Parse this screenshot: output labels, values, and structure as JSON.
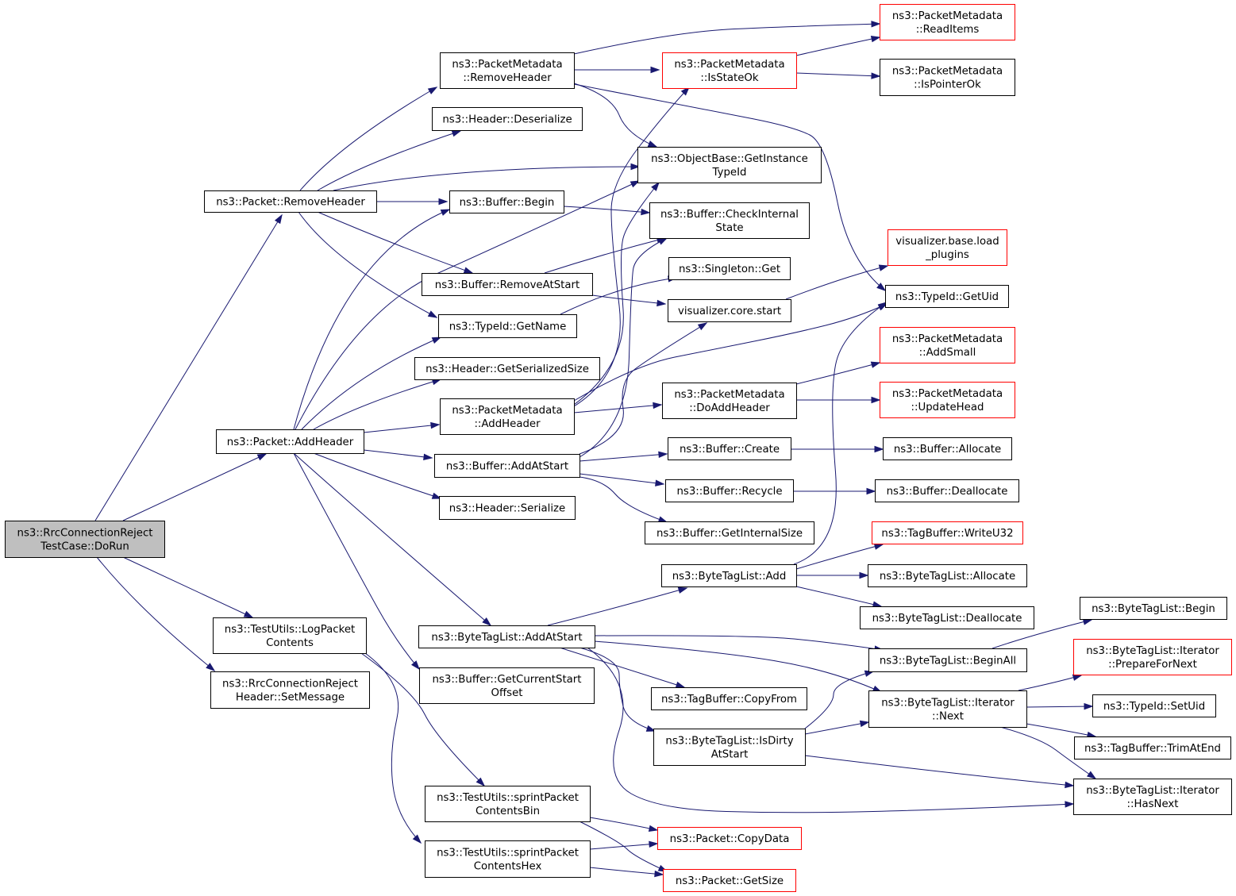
{
  "colors": {
    "edge": "#191970",
    "root_fill": "#bfbfbf",
    "normal_border": "#000000",
    "truncated_border": "#ff0000"
  },
  "nodes": [
    {
      "id": "root",
      "lines": [
        "ns3::RrcConnectionReject",
        "TestCase::DoRun"
      ],
      "style": "root"
    },
    {
      "id": "pkt_removeheader",
      "lines": [
        "ns3::Packet::RemoveHeader"
      ],
      "style": "normal"
    },
    {
      "id": "pkt_addheader",
      "lines": [
        "ns3::Packet::AddHeader"
      ],
      "style": "normal"
    },
    {
      "id": "tu_logpacket",
      "lines": [
        "ns3::TestUtils::LogPacket",
        "Contents"
      ],
      "style": "normal"
    },
    {
      "id": "rrc_setmessage",
      "lines": [
        "ns3::RrcConnectionReject",
        "Header::SetMessage"
      ],
      "style": "normal"
    },
    {
      "id": "pm_removeheader",
      "lines": [
        "ns3::PacketMetadata",
        "::RemoveHeader"
      ],
      "style": "normal"
    },
    {
      "id": "hdr_deserialize",
      "lines": [
        "ns3::Header::Deserialize"
      ],
      "style": "normal"
    },
    {
      "id": "buf_begin",
      "lines": [
        "ns3::Buffer::Begin"
      ],
      "style": "normal"
    },
    {
      "id": "buf_removeatstart",
      "lines": [
        "ns3::Buffer::RemoveAtStart"
      ],
      "style": "normal"
    },
    {
      "id": "tid_getname",
      "lines": [
        "ns3::TypeId::GetName"
      ],
      "style": "normal"
    },
    {
      "id": "hdr_getserializedsize",
      "lines": [
        "ns3::Header::GetSerializedSize"
      ],
      "style": "normal"
    },
    {
      "id": "pm_addheader",
      "lines": [
        "ns3::PacketMetadata",
        "::AddHeader"
      ],
      "style": "normal"
    },
    {
      "id": "buf_addatstart",
      "lines": [
        "ns3::Buffer::AddAtStart"
      ],
      "style": "normal"
    },
    {
      "id": "hdr_serialize",
      "lines": [
        "ns3::Header::Serialize"
      ],
      "style": "normal"
    },
    {
      "id": "btl_addatstart",
      "lines": [
        "ns3::ByteTagList::AddAtStart"
      ],
      "style": "normal"
    },
    {
      "id": "buf_getcurrentstartoffset",
      "lines": [
        "ns3::Buffer::GetCurrentStart",
        "Offset"
      ],
      "style": "normal"
    },
    {
      "id": "tu_sprintbin",
      "lines": [
        "ns3::TestUtils::sprintPacket",
        "ContentsBin"
      ],
      "style": "normal"
    },
    {
      "id": "tu_sprinthex",
      "lines": [
        "ns3::TestUtils::sprintPacket",
        "ContentsHex"
      ],
      "style": "normal"
    },
    {
      "id": "pm_isstateok",
      "lines": [
        "ns3::PacketMetadata",
        "::IsStateOk"
      ],
      "style": "truncated"
    },
    {
      "id": "ob_getinstancetypeid",
      "lines": [
        "ns3::ObjectBase::GetInstance",
        "TypeId"
      ],
      "style": "normal"
    },
    {
      "id": "buf_checkinternalstate",
      "lines": [
        "ns3::Buffer::CheckInternal",
        "State"
      ],
      "style": "normal"
    },
    {
      "id": "singleton_get",
      "lines": [
        "ns3::Singleton::Get"
      ],
      "style": "normal"
    },
    {
      "id": "vis_core_start",
      "lines": [
        "visualizer.core.start"
      ],
      "style": "normal"
    },
    {
      "id": "pm_doaddheader",
      "lines": [
        "ns3::PacketMetadata",
        "::DoAddHeader"
      ],
      "style": "normal"
    },
    {
      "id": "buf_create",
      "lines": [
        "ns3::Buffer::Create"
      ],
      "style": "normal"
    },
    {
      "id": "buf_recycle",
      "lines": [
        "ns3::Buffer::Recycle"
      ],
      "style": "normal"
    },
    {
      "id": "buf_getinternalsize",
      "lines": [
        "ns3::Buffer::GetInternalSize"
      ],
      "style": "normal"
    },
    {
      "id": "btl_add",
      "lines": [
        "ns3::ByteTagList::Add"
      ],
      "style": "normal"
    },
    {
      "id": "tb_copyfrom",
      "lines": [
        "ns3::TagBuffer::CopyFrom"
      ],
      "style": "normal"
    },
    {
      "id": "btl_isdirtyatstart",
      "lines": [
        "ns3::ByteTagList::IsDirty",
        "AtStart"
      ],
      "style": "normal"
    },
    {
      "id": "pkt_copydata",
      "lines": [
        "ns3::Packet::CopyData"
      ],
      "style": "truncated"
    },
    {
      "id": "pkt_getsize",
      "lines": [
        "ns3::Packet::GetSize"
      ],
      "style": "truncated"
    },
    {
      "id": "pm_readitems",
      "lines": [
        "ns3::PacketMetadata",
        "::ReadItems"
      ],
      "style": "truncated"
    },
    {
      "id": "pm_ispointerok",
      "lines": [
        "ns3::PacketMetadata",
        "::IsPointerOk"
      ],
      "style": "normal"
    },
    {
      "id": "vis_base_loadplugins",
      "lines": [
        "visualizer.base.load",
        "_plugins"
      ],
      "style": "truncated"
    },
    {
      "id": "tid_getuid",
      "lines": [
        "ns3::TypeId::GetUid"
      ],
      "style": "normal"
    },
    {
      "id": "pm_addsmall",
      "lines": [
        "ns3::PacketMetadata",
        "::AddSmall"
      ],
      "style": "truncated"
    },
    {
      "id": "pm_updatehead",
      "lines": [
        "ns3::PacketMetadata",
        "::UpdateHead"
      ],
      "style": "truncated"
    },
    {
      "id": "buf_allocate",
      "lines": [
        "ns3::Buffer::Allocate"
      ],
      "style": "normal"
    },
    {
      "id": "buf_deallocate",
      "lines": [
        "ns3::Buffer::Deallocate"
      ],
      "style": "normal"
    },
    {
      "id": "tb_writeu32",
      "lines": [
        "ns3::TagBuffer::WriteU32"
      ],
      "style": "truncated"
    },
    {
      "id": "btl_allocate",
      "lines": [
        "ns3::ByteTagList::Allocate"
      ],
      "style": "normal"
    },
    {
      "id": "btl_deallocate",
      "lines": [
        "ns3::ByteTagList::Deallocate"
      ],
      "style": "normal"
    },
    {
      "id": "btl_beginall",
      "lines": [
        "ns3::ByteTagList::BeginAll"
      ],
      "style": "normal"
    },
    {
      "id": "btl_iter_next",
      "lines": [
        "ns3::ByteTagList::Iterator",
        "::Next"
      ],
      "style": "normal"
    },
    {
      "id": "btl_begin",
      "lines": [
        "ns3::ByteTagList::Begin"
      ],
      "style": "normal"
    },
    {
      "id": "btl_iter_preparefornext",
      "lines": [
        "ns3::ByteTagList::Iterator",
        "::PrepareForNext"
      ],
      "style": "truncated"
    },
    {
      "id": "tid_setuid",
      "lines": [
        "ns3::TypeId::SetUid"
      ],
      "style": "normal"
    },
    {
      "id": "tb_trimatend",
      "lines": [
        "ns3::TagBuffer::TrimAtEnd"
      ],
      "style": "normal"
    },
    {
      "id": "btl_iter_hasnext",
      "lines": [
        "ns3::ByteTagList::Iterator",
        "::HasNext"
      ],
      "style": "normal"
    }
  ],
  "edges": [
    [
      "root",
      "pkt_removeheader"
    ],
    [
      "root",
      "pkt_addheader"
    ],
    [
      "root",
      "tu_logpacket"
    ],
    [
      "root",
      "rrc_setmessage"
    ],
    [
      "pkt_removeheader",
      "pm_removeheader"
    ],
    [
      "pkt_removeheader",
      "hdr_deserialize"
    ],
    [
      "pkt_removeheader",
      "ob_getinstancetypeid"
    ],
    [
      "pkt_removeheader",
      "buf_begin"
    ],
    [
      "pkt_removeheader",
      "buf_removeatstart"
    ],
    [
      "pkt_removeheader",
      "tid_getname"
    ],
    [
      "pkt_addheader",
      "buf_begin"
    ],
    [
      "pkt_addheader",
      "ob_getinstancetypeid"
    ],
    [
      "pkt_addheader",
      "tid_getname"
    ],
    [
      "pkt_addheader",
      "hdr_getserializedsize"
    ],
    [
      "pkt_addheader",
      "pm_addheader"
    ],
    [
      "pkt_addheader",
      "buf_addatstart"
    ],
    [
      "pkt_addheader",
      "hdr_serialize"
    ],
    [
      "pkt_addheader",
      "btl_addatstart"
    ],
    [
      "pkt_addheader",
      "buf_getcurrentstartoffset"
    ],
    [
      "tu_logpacket",
      "tu_sprintbin"
    ],
    [
      "tu_logpacket",
      "tu_sprinthex"
    ],
    [
      "pm_removeheader",
      "pm_readitems"
    ],
    [
      "pm_removeheader",
      "pm_isstateok"
    ],
    [
      "pm_removeheader",
      "ob_getinstancetypeid"
    ],
    [
      "pm_removeheader",
      "tid_getuid"
    ],
    [
      "buf_begin",
      "buf_checkinternalstate"
    ],
    [
      "buf_removeatstart",
      "buf_checkinternalstate"
    ],
    [
      "buf_removeatstart",
      "vis_core_start"
    ],
    [
      "tid_getname",
      "singleton_get"
    ],
    [
      "pm_addheader",
      "pm_isstateok"
    ],
    [
      "pm_addheader",
      "ob_getinstancetypeid"
    ],
    [
      "pm_addheader",
      "tid_getuid"
    ],
    [
      "pm_addheader",
      "pm_doaddheader"
    ],
    [
      "buf_addatstart",
      "buf_checkinternalstate"
    ],
    [
      "buf_addatstart",
      "vis_core_start"
    ],
    [
      "buf_addatstart",
      "buf_create"
    ],
    [
      "buf_addatstart",
      "buf_recycle"
    ],
    [
      "buf_addatstart",
      "buf_getinternalsize"
    ],
    [
      "btl_addatstart",
      "btl_add"
    ],
    [
      "btl_addatstart",
      "btl_beginall"
    ],
    [
      "btl_addatstart",
      "btl_iter_next"
    ],
    [
      "btl_addatstart",
      "tb_copyfrom"
    ],
    [
      "btl_addatstart",
      "btl_isdirtyatstart"
    ],
    [
      "btl_addatstart",
      "btl_iter_hasnext"
    ],
    [
      "tu_sprintbin",
      "pkt_copydata"
    ],
    [
      "tu_sprintbin",
      "pkt_getsize"
    ],
    [
      "tu_sprinthex",
      "pkt_copydata"
    ],
    [
      "tu_sprinthex",
      "pkt_getsize"
    ],
    [
      "pm_isstateok",
      "pm_readitems"
    ],
    [
      "pm_isstateok",
      "pm_ispointerok"
    ],
    [
      "vis_core_start",
      "vis_base_loadplugins"
    ],
    [
      "pm_doaddheader",
      "pm_addsmall"
    ],
    [
      "pm_doaddheader",
      "pm_updatehead"
    ],
    [
      "buf_create",
      "buf_allocate"
    ],
    [
      "buf_recycle",
      "buf_deallocate"
    ],
    [
      "btl_add",
      "tid_getuid"
    ],
    [
      "btl_add",
      "tb_writeu32"
    ],
    [
      "btl_add",
      "btl_allocate"
    ],
    [
      "btl_add",
      "btl_deallocate"
    ],
    [
      "btl_isdirtyatstart",
      "btl_beginall"
    ],
    [
      "btl_isdirtyatstart",
      "btl_iter_next"
    ],
    [
      "btl_isdirtyatstart",
      "btl_iter_hasnext"
    ],
    [
      "btl_beginall",
      "btl_begin"
    ],
    [
      "btl_iter_next",
      "btl_iter_preparefornext"
    ],
    [
      "btl_iter_next",
      "tid_setuid"
    ],
    [
      "btl_iter_next",
      "tb_trimatend"
    ],
    [
      "btl_iter_next",
      "btl_iter_hasnext"
    ]
  ]
}
